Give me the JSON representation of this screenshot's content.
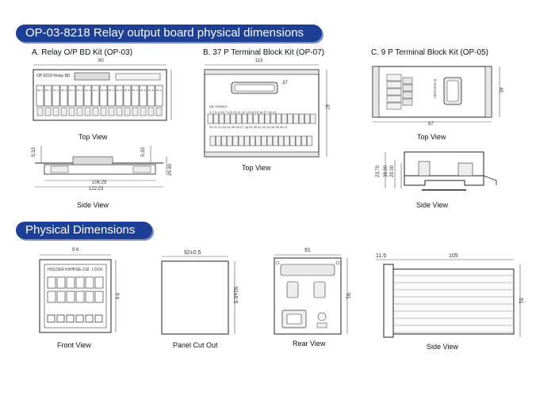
{
  "banners": {
    "relay": "OP-03-8218 Relay output board physical dimensions",
    "physical": "Physical Dimensions"
  },
  "sections": {
    "a": "A. Relay O/P BD Kit (OP-03)",
    "b": "B. 37 P Terminal Block Kit (OP-07)",
    "c": "C. 9 P Terminal Block Kit (OP-05)"
  },
  "captions": {
    "a_top": "Top View",
    "a_side": "Side View",
    "b_top": "Top View",
    "c_top": "Top View",
    "c_side": "Side View",
    "front": "Front View",
    "cutout": "Panel Cut Out",
    "rear": "Rear View",
    "side": "Side View"
  },
  "dims": {
    "a_width": "80",
    "a_side_w1": "106.25",
    "a_side_w2": "122.23",
    "a_side_h1": "5.33",
    "a_side_h2": "5.33",
    "a_side_h3": "29.90",
    "b_width": "115",
    "b_height": "87",
    "b_pin": "37",
    "c_width": "87",
    "c_height": "45",
    "c_h1": "23.70",
    "c_h2": "38.90",
    "c_h3": "29.00",
    "front_w": "9 6",
    "front_h": "9 6",
    "cut_w": "92±0.5",
    "cut_h": "92±0.5",
    "rear_w": "91",
    "rear_h": "91",
    "side_a": "11.5",
    "side_b": "105",
    "side_h": "91"
  },
  "labels": {
    "a_board": "OP-8218 Relay BD",
    "relay_cells": [
      "RL-0",
      "RL-1",
      "RL-2",
      "RL-3",
      "RL-4",
      "RL-5",
      "RL-6",
      "RL-7",
      "RL-8",
      "RL-9",
      "RL-A",
      "RL-B",
      "RL-C",
      "RL-D",
      "RL-E",
      "RL-F"
    ],
    "b_board": "DB-TERM37",
    "b_row1": "1 2 3 4 5 6 7 8 9 10 11 12 13 14 15 16 17 18 19",
    "b_row2": "20 21 22 23 24 25 26 27 28 29 30 31 32 33 34 35 36 37",
    "c_board": "DB9TERM-01",
    "front_brand": "HOLDER KIHT",
    "front_model": "HSE-218",
    "front_unit": "LOCK"
  }
}
